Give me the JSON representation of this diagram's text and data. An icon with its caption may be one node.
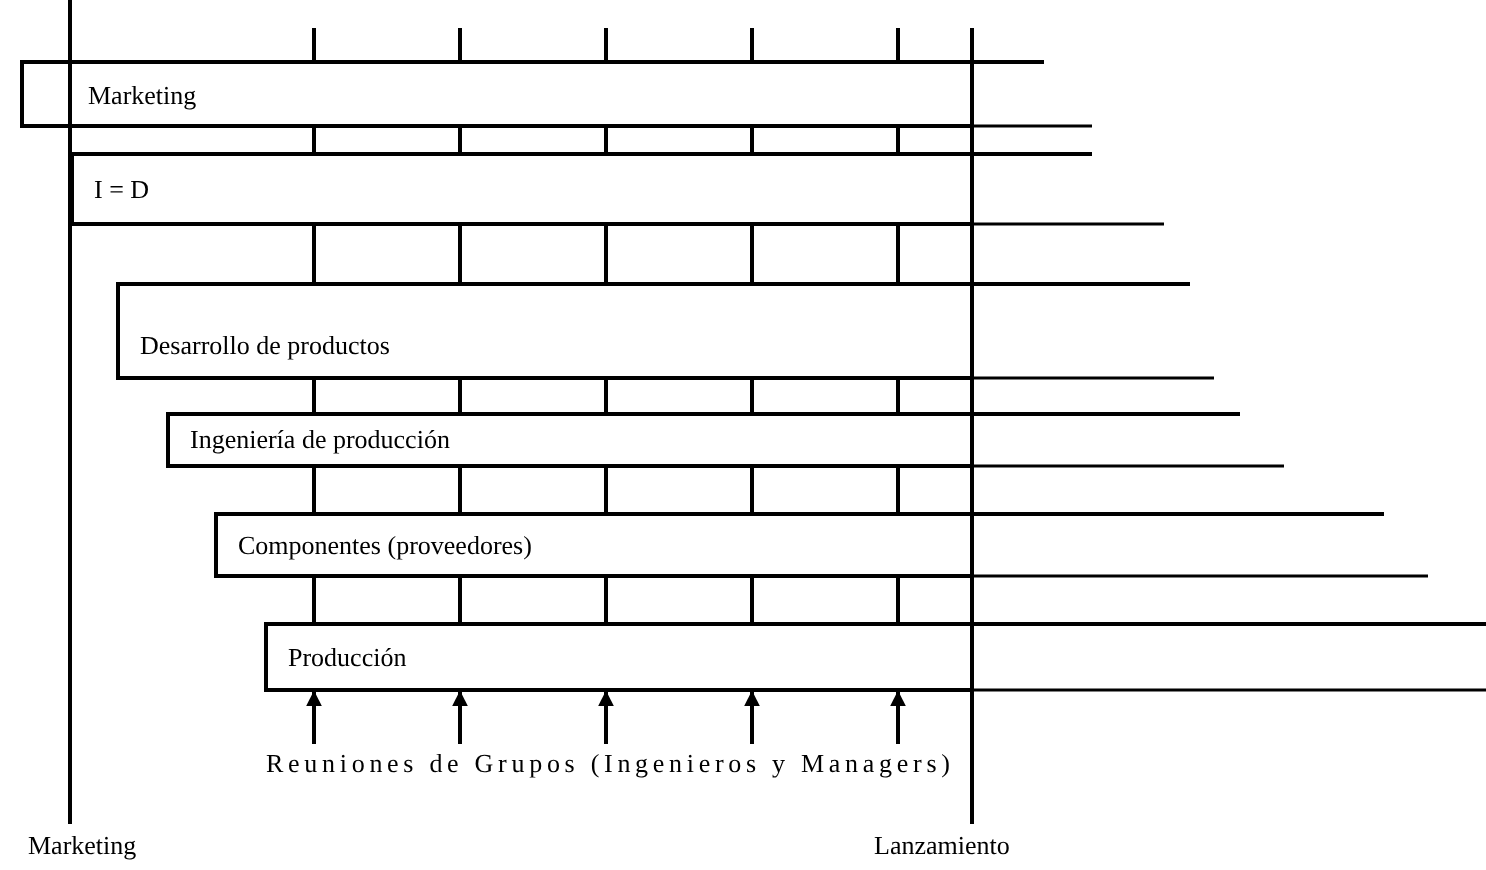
{
  "diagram": {
    "nodes": [
      {
        "text": [
          "Marketing"
        ]
      },
      {
        "text": [
          "I = D"
        ]
      },
      {
        "text": [
          "Desarrollo de productos"
        ]
      },
      {
        "text": [
          "Ingeniería de producción"
        ]
      },
      {
        "text": [
          "Componentes (proveedores)"
        ]
      },
      {
        "text": [
          "Producción"
        ]
      },
      {
        "text": [
          "Reuniones de Grupos (Ingenieros y Managers)"
        ]
      }
    ],
    "edges": [
      {
        "from": 6,
        "to": 5,
        "arrow": "to"
      },
      {
        "from": 6,
        "to": 5,
        "arrow": "to"
      },
      {
        "from": 6,
        "to": 5,
        "arrow": "to"
      },
      {
        "from": 6,
        "to": 5,
        "arrow": "to"
      },
      {
        "from": 6,
        "to": 5,
        "arrow": "to"
      }
    ],
    "labels": [
      "Marketing",
      "Lanzamiento"
    ]
  }
}
